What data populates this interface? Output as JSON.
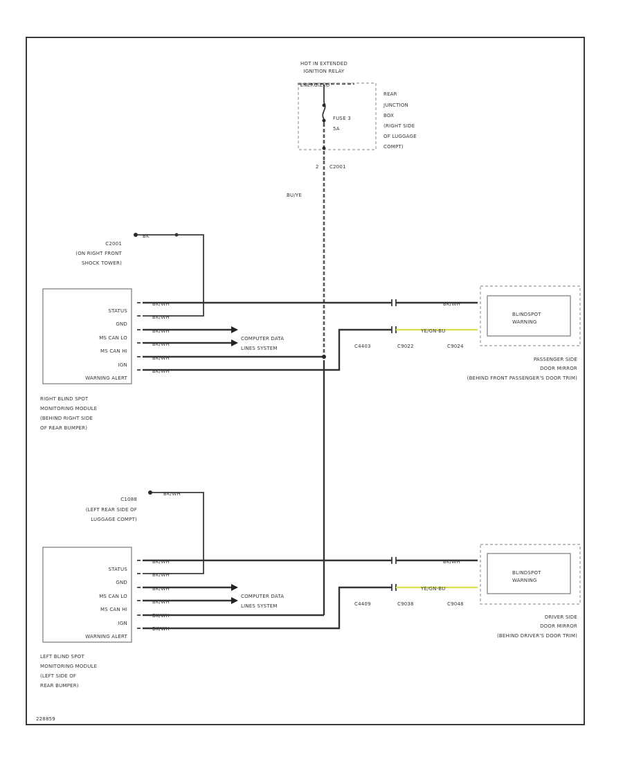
{
  "power": {
    "hot_line1": "HOT IN EXTENDED",
    "hot_line2": "IGNITION RELAY",
    "hot_line3": "ENERGIZED",
    "fuse_line1": "FUSE 3",
    "fuse_line2": "5A",
    "rjb_lines": [
      "REAR",
      "JUNCTION",
      "BOX",
      "(RIGHT SIDE",
      "OF LUGGAGE",
      "COMPT)"
    ],
    "connector": "C2001",
    "wire_color": "BU/YE"
  },
  "right_module": {
    "ground_connector": "C2001",
    "ground_note_line1": "(ON RIGHT FRONT",
    "ground_note_line2": "SHOCK TOWER)",
    "ground_wire": "BK",
    "pins": [
      "STATUS",
      "GND",
      "MS CAN LO",
      "MS CAN HI",
      "IGN",
      "WARNING ALERT"
    ],
    "wire_labels": [
      "BK/WH",
      "BK/WH",
      "BK/WH",
      "BK/WH",
      "BK/WH",
      "BK/WH"
    ],
    "name_lines": [
      "RIGHT BLIND SPOT",
      "MONITORING MODULE",
      "(BEHIND RIGHT SIDE",
      "OF REAR BUMPER)"
    ],
    "data_lines_line1": "COMPUTER DATA",
    "data_lines_line2": "LINES SYSTEM",
    "connectors": [
      "C4403",
      "C9022",
      "C9024"
    ],
    "mirror_wire_top": "BK/WH",
    "mirror_wire_bottom": "YE/GN-BU",
    "mirror_box_line1": "BLINDSPOT",
    "mirror_box_line2": "WARNING",
    "mirror_caption_line1": "PASSENGER SIDE",
    "mirror_caption_line2": "DOOR MIRROR",
    "mirror_caption_line3": "(BEHIND FRONT PASSENGER'S DOOR TRIM)"
  },
  "left_module": {
    "ground_connector": "C1088",
    "ground_note_line1": "(LEFT REAR SIDE OF",
    "ground_note_line2": "LUGGAGE COMPT)",
    "ground_wire": "BK/WH",
    "pins": [
      "STATUS",
      "GND",
      "MS CAN LO",
      "MS CAN HI",
      "IGN",
      "WARNING ALERT"
    ],
    "wire_labels": [
      "BK/WH",
      "BK/WH",
      "BK/WH",
      "BK/WH",
      "BK/WH",
      "BK/WH"
    ],
    "name_lines": [
      "LEFT BLIND SPOT",
      "MONITORING MODULE",
      "(LEFT SIDE OF",
      "REAR BUMPER)"
    ],
    "data_lines_line1": "COMPUTER DATA",
    "data_lines_line2": "LINES SYSTEM",
    "connectors": [
      "C4409",
      "C9038",
      "C9048"
    ],
    "mirror_wire_top": "BK/WH",
    "mirror_wire_bottom": "YE/GN-BU",
    "mirror_box_line1": "BLINDSPOT",
    "mirror_box_line2": "WARNING",
    "mirror_caption_line1": "DRIVER SIDE",
    "mirror_caption_line2": "DOOR MIRROR",
    "mirror_caption_line3": "(BEHIND DRIVER'S DOOR TRIM)"
  },
  "footer_code": "228859"
}
